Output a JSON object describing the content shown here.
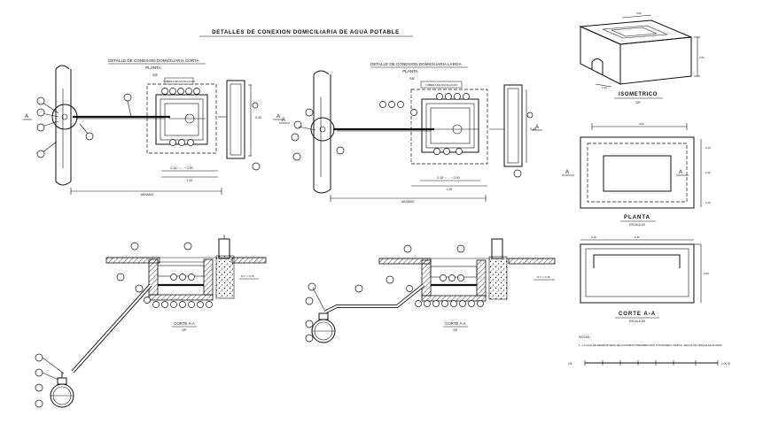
{
  "title": "DETALLES DE CONEXION DOMICILIARIA DE AGUA POTABLE",
  "plan_short": {
    "heading": "DETALLE DE CONEXION DOMICILIARIA CORTA",
    "subheading": "PLANTA",
    "scale": "S/E",
    "box_tag": "TUBERIA DE INSTALACION",
    "bottom_dims": "0.15 ¬ ... ¬ 0.00"
  },
  "plan_long": {
    "heading": "DETALLE DE CONEXION DOMICILIARIA LARGA",
    "subheading": "PLANTA",
    "scale": "S/E",
    "box_tag": "TUBERIA DE INSTALACION",
    "bottom_dims": "0.15 ¬ ... ¬ 0.00"
  },
  "section_short": {
    "heading": "CORTE A-A",
    "scale": "S/E",
    "tag": "N.T. = 0.15"
  },
  "section_long": {
    "heading": "CORTE A-A",
    "scale": "S/E",
    "tag": "N.T. = 0.15"
  },
  "isometric": {
    "heading": "ISOMETRICO",
    "scale": "S/E"
  },
  "planta": {
    "heading": "PLANTA",
    "scale": "ESCALA 1/5"
  },
  "corte": {
    "heading": "CORTE A-A",
    "scale": "ESCALA 1/5"
  },
  "notes": {
    "heading": "NOTAS :",
    "line1": "1.- LA CAJA DE MEDIDOR SERA DE CONCRETO PREFABRICADO O CONCRETO SIMPLE, SEGUN SE INDIQUE EN PLANOS"
  },
  "section_marker": "A",
  "scale_bar": {
    "left_label": "1/5",
    "right_label": "1.00 M"
  }
}
